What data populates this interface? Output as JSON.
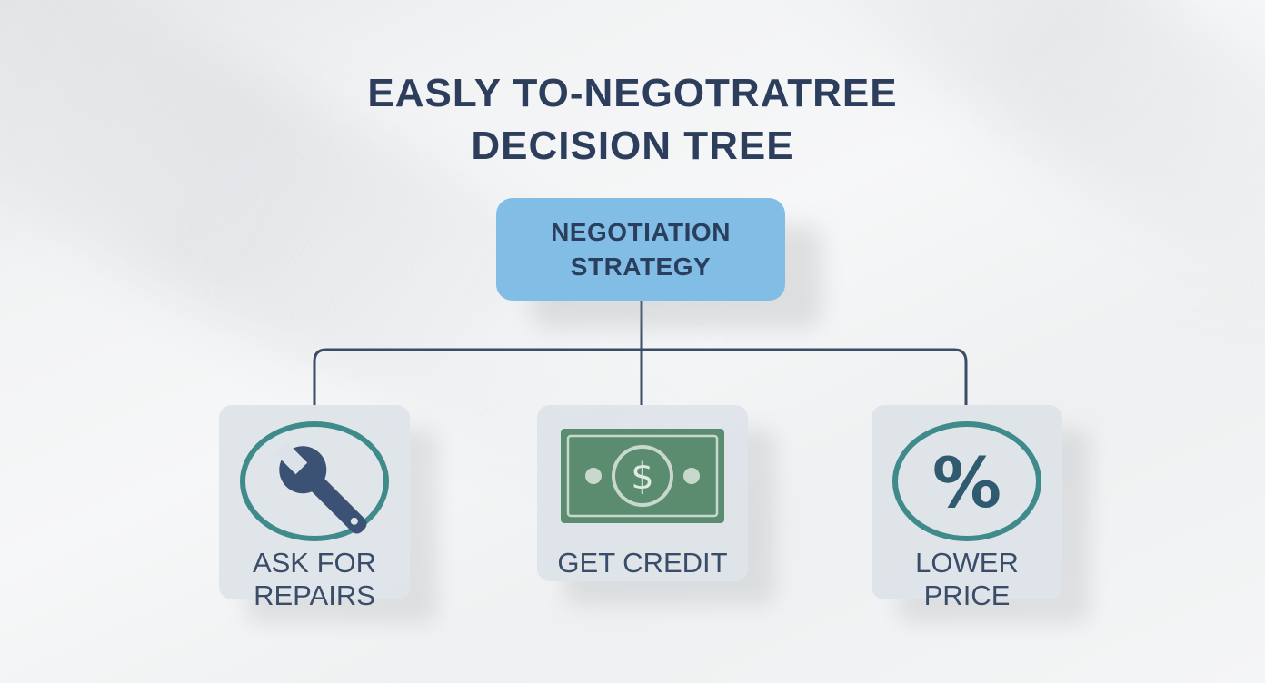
{
  "title": {
    "line1": "EASLY TO-NEGOTRATREE",
    "line2": "DECISION TREE"
  },
  "root": {
    "line1": "NEGOTIATION",
    "line2": "STRATEGY"
  },
  "options": [
    {
      "line1": "ASK FOR",
      "line2": "REPAIRS",
      "icon": "wrench-icon"
    },
    {
      "line1": "GET CREDIT",
      "icon": "dollar-bill-icon"
    },
    {
      "line1": "LOWER",
      "line2": "PRICE",
      "icon": "percent-icon"
    }
  ],
  "colors": {
    "title": "#2d3e5c",
    "root_fill": "#82bde6",
    "connector": "#3b4d66",
    "teal_ring": "#3f8a8a",
    "wrench": "#3c5275",
    "bill": "#5b8c70",
    "card_fill": "#dce2e7"
  }
}
